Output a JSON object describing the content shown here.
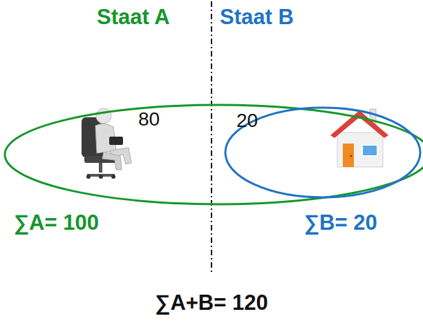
{
  "diagram": {
    "nodes": [
      {
        "text": [
          "80"
        ]
      },
      {
        "text": [
          "20"
        ],
        "in": 0
      }
    ],
    "labels": [
      "Staat A",
      "Staat B",
      "∑A= 100",
      "∑B= 20",
      "∑A+B= 120"
    ]
  }
}
